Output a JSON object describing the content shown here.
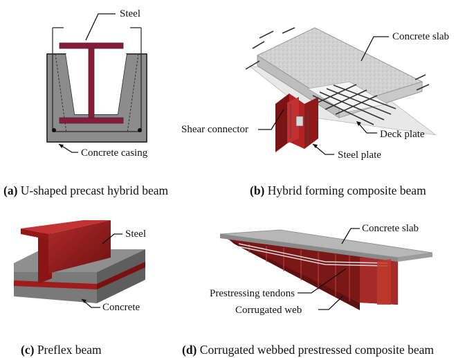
{
  "panels": [
    {
      "id": "a",
      "letter": "(a)",
      "caption": "U-shaped precast hybrid beam",
      "labels": {
        "steel": "Steel",
        "casing": "Concrete casing"
      }
    },
    {
      "id": "b",
      "letter": "(b)",
      "caption": "Hybrid forming composite beam",
      "labels": {
        "slab": "Concrete slab",
        "shear": "Shear connector",
        "deck": "Deck plate",
        "plate": "Steel plate"
      }
    },
    {
      "id": "c",
      "letter": "(c)",
      "caption": "Preflex beam",
      "labels": {
        "steel": "Steel",
        "concrete": "Concrete"
      }
    },
    {
      "id": "d",
      "letter": "(d)",
      "caption": "Corrugated webbed prestressed composite beam",
      "labels": {
        "slab": "Concrete slab",
        "tendons": "Prestressing tendons",
        "web": "Corrugated web"
      }
    }
  ],
  "colors": {
    "steel": "#8b1a3a",
    "steel_red": "#9b1b1b",
    "concrete": "#8a8a8a",
    "slab": "#cfcfcf"
  }
}
